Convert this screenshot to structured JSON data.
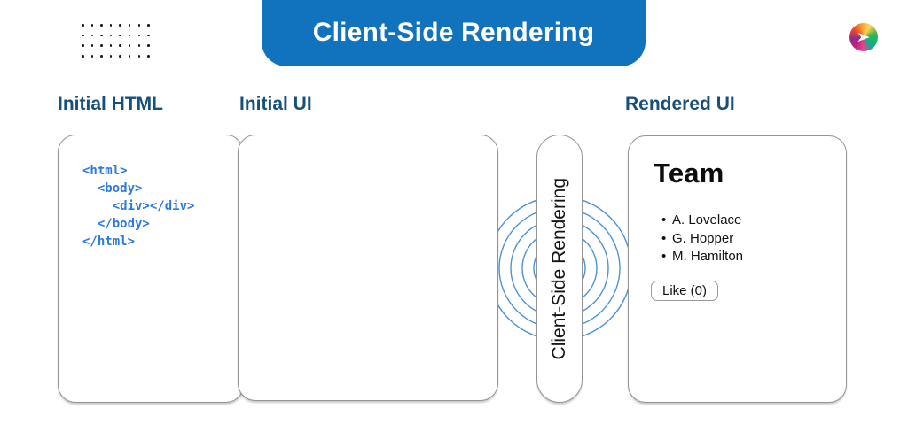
{
  "banner": {
    "label": "Client-Side Rendering",
    "bg_color": "#1173be",
    "text_color": "#ffffff"
  },
  "logo": {
    "name": "colorful-arrow-logo"
  },
  "decor": {
    "dot_grid": {
      "rows": 4,
      "cols": 8,
      "dot_color": "#1c1c1c"
    }
  },
  "columns": {
    "initial_html": {
      "label": "Initial HTML",
      "code_lines": [
        "<html>",
        "  <body>",
        "    <div></div>",
        "  </body>",
        "</html>"
      ],
      "code_color": "#2b7ae4"
    },
    "initial_ui": {
      "label": "Initial UI"
    },
    "rendered_ui": {
      "label": "Rendered UI",
      "page": {
        "heading": "Team",
        "list_items": [
          "A. Lovelace",
          "G. Hopper",
          "M. Hamilton"
        ],
        "like_button_label": "Like (0)"
      }
    }
  },
  "process_pill": {
    "label": "Client-Side Rendering",
    "ripples": {
      "count": 5,
      "radii": [
        29,
        42,
        55,
        68,
        81
      ],
      "color": "#4b92d8"
    }
  },
  "colors": {
    "accent_blue": "#1173be",
    "heading_navy": "#17507d",
    "border_gray": "#949494"
  }
}
